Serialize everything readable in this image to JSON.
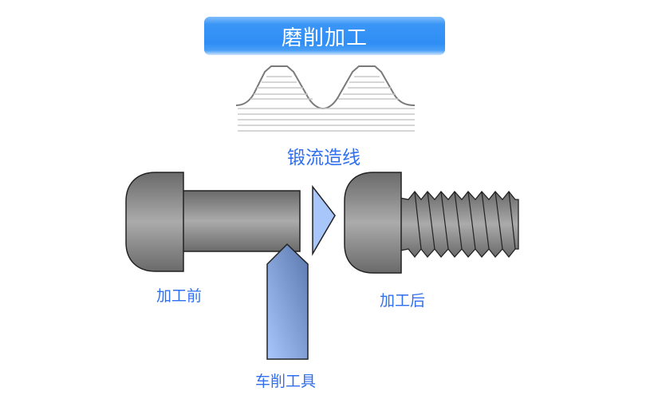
{
  "title": "磨削加工",
  "labels": {
    "grain_flow": "锻流造线",
    "before": "加工前",
    "after": "加工后",
    "tool": "车削工具"
  },
  "colors": {
    "title_blue": "#2f8ef5",
    "label_blue": "#2f6ff0",
    "metal_dark": "#6e6e6e",
    "metal_light": "#a8a8a8",
    "tool_light": "#a9c6fb",
    "tool_dark": "#5f7fb5",
    "arrow_fill": "#a9c6fb"
  }
}
